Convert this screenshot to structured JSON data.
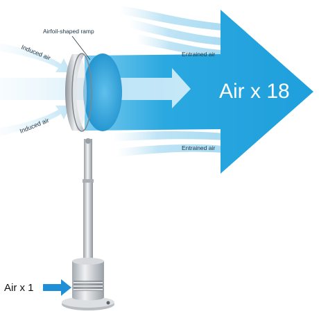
{
  "labels": {
    "ramp": "Airfoil-shaped ramp",
    "induced_top": "Induced air",
    "induced_bottom": "Induced air",
    "entrained_top": "Entrained air",
    "entrained_bottom": "Entrained air",
    "output": "Air x 18",
    "input": "Air x 1"
  },
  "colors": {
    "main_flow": "#29a9e1",
    "light_flow": "#bfe4f5",
    "input_arrow": "#1e8fd6",
    "metal": "#c8ccd0"
  }
}
